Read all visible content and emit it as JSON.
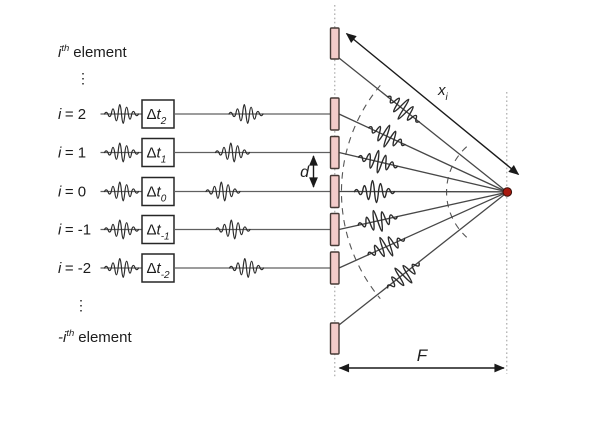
{
  "panel": {
    "top_label": {
      "var": "i",
      "sup": "th",
      "rest": "element"
    },
    "bottom_label": {
      "var": "-i",
      "sup": "th",
      "rest": "element"
    },
    "ellipsis": "⋮"
  },
  "rows": [
    {
      "var": "i",
      "eq": "= 2",
      "delta": "Δ",
      "t": "t",
      "sub": "2"
    },
    {
      "var": "i",
      "eq": "= 1",
      "delta": "Δ",
      "t": "t",
      "sub": "1"
    },
    {
      "var": "i",
      "eq": "= 0",
      "delta": "Δ",
      "t": "t",
      "sub": "0"
    },
    {
      "var": "i",
      "eq": "= -1",
      "delta": "Δ",
      "t": "t",
      "sub": "-1"
    },
    {
      "var": "i",
      "eq": "= -2",
      "delta": "Δ",
      "t": "t",
      "sub": "-2"
    }
  ],
  "annotations": {
    "path_base": "x",
    "path_sub": "i",
    "pitch": "d",
    "focal": "F"
  },
  "colors": {
    "background": "#ffffff",
    "text": "#1c1c1c",
    "element_fill": "#f3cbc9",
    "element_stroke": "#463a36",
    "line_feed": "#606060",
    "line_ray": "#474747",
    "line_wave": "#2b2b2b",
    "box_stroke": "#262626",
    "guide": "#9b9b9b",
    "arc": "#565656",
    "dim": "#1a1a1a",
    "focus_fill": "#a81a0f",
    "focus_stroke": "#38100a"
  }
}
